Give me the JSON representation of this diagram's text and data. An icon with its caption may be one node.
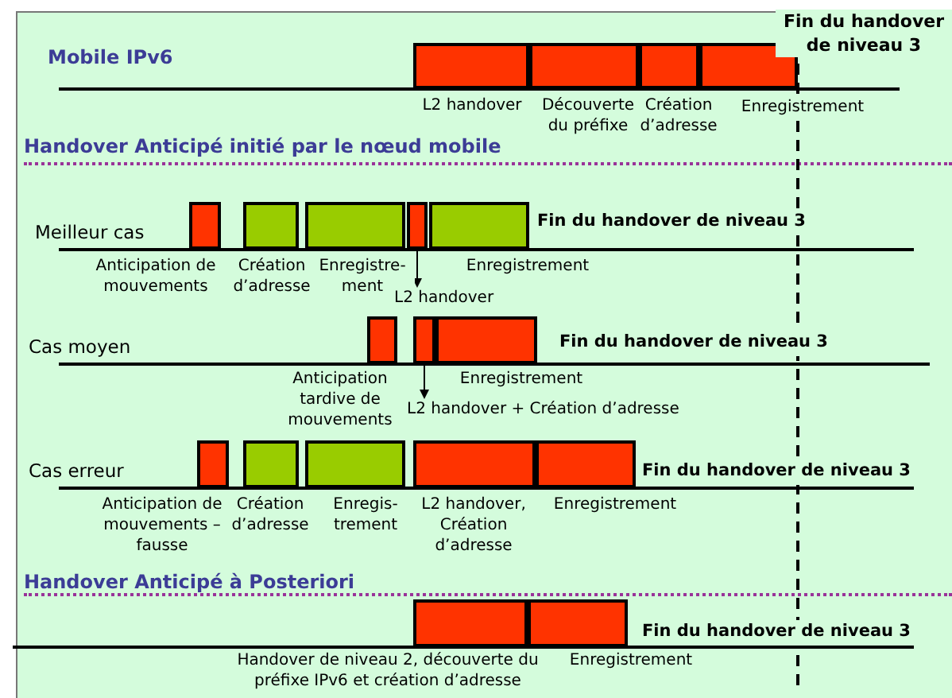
{
  "diagram": {
    "nodes": [
      {
        "text": [],
        "shape": "bar",
        "beside": [
          "L2 handover"
        ]
      },
      {
        "text": [],
        "shape": "bar",
        "beside": [
          "Découverte du préfixe"
        ]
      },
      {
        "text": [],
        "shape": "bar",
        "beside": [
          "Création d’adresse"
        ]
      },
      {
        "text": [],
        "shape": "bar",
        "beside": [
          "Enregistrement"
        ]
      },
      {
        "text": [],
        "shape": "bar",
        "beside": [
          "Anticipation de mouvements"
        ]
      },
      {
        "text": [],
        "shape": "bar",
        "beside": [
          "Création d’adresse"
        ]
      },
      {
        "text": [],
        "shape": "bar",
        "beside": [
          "Enregistre- ment"
        ]
      },
      {
        "text": [],
        "shape": "bar"
      },
      {
        "text": [],
        "shape": "bar",
        "beside": [
          "Enregistrement"
        ]
      },
      {
        "text": [
          "L2 handover"
        ]
      },
      {
        "text": [],
        "shape": "bar",
        "beside": [
          "Anticipation tardive de mouvements"
        ]
      },
      {
        "text": [],
        "shape": "bar"
      },
      {
        "text": [],
        "shape": "bar",
        "beside": [
          "Enregistrement"
        ]
      },
      {
        "text": [
          "L2 handover + Création d’adresse"
        ]
      },
      {
        "text": [],
        "shape": "bar",
        "beside": [
          "Anticipation de mouvements – fausse"
        ]
      },
      {
        "text": [],
        "shape": "bar",
        "beside": [
          "Création d’adresse"
        ]
      },
      {
        "text": [],
        "shape": "bar",
        "beside": [
          "Enregis- trement"
        ]
      },
      {
        "text": [],
        "shape": "bar",
        "beside": [
          "L2 handover, Création d’adresse"
        ]
      },
      {
        "text": [],
        "shape": "bar",
        "beside": [
          "Enregistrement"
        ]
      },
      {
        "text": [],
        "shape": "bar",
        "beside": [
          "Handover de niveau 2, découverte du préfixe IPv6 et création d’adresse"
        ]
      },
      {
        "text": [],
        "shape": "bar",
        "beside": [
          "Enregistrement"
        ]
      }
    ],
    "edges": [
      {
        "from": 7,
        "to": 9,
        "arrow": "to"
      },
      {
        "from": 11,
        "to": 13,
        "arrow": "to"
      }
    ],
    "labels": [
      "Fin du handover de niveau 3",
      "Mobile IPv6",
      "Handover Anticipé initié par le nœud mobile",
      "Meilleur cas",
      "Fin du handover de niveau 3",
      "Cas moyen",
      "Fin du handover de niveau 3",
      "Cas erreur",
      "Fin du handover de niveau 3",
      "Handover Anticipé à Posteriori",
      "Fin du handover de niveau 3"
    ]
  }
}
